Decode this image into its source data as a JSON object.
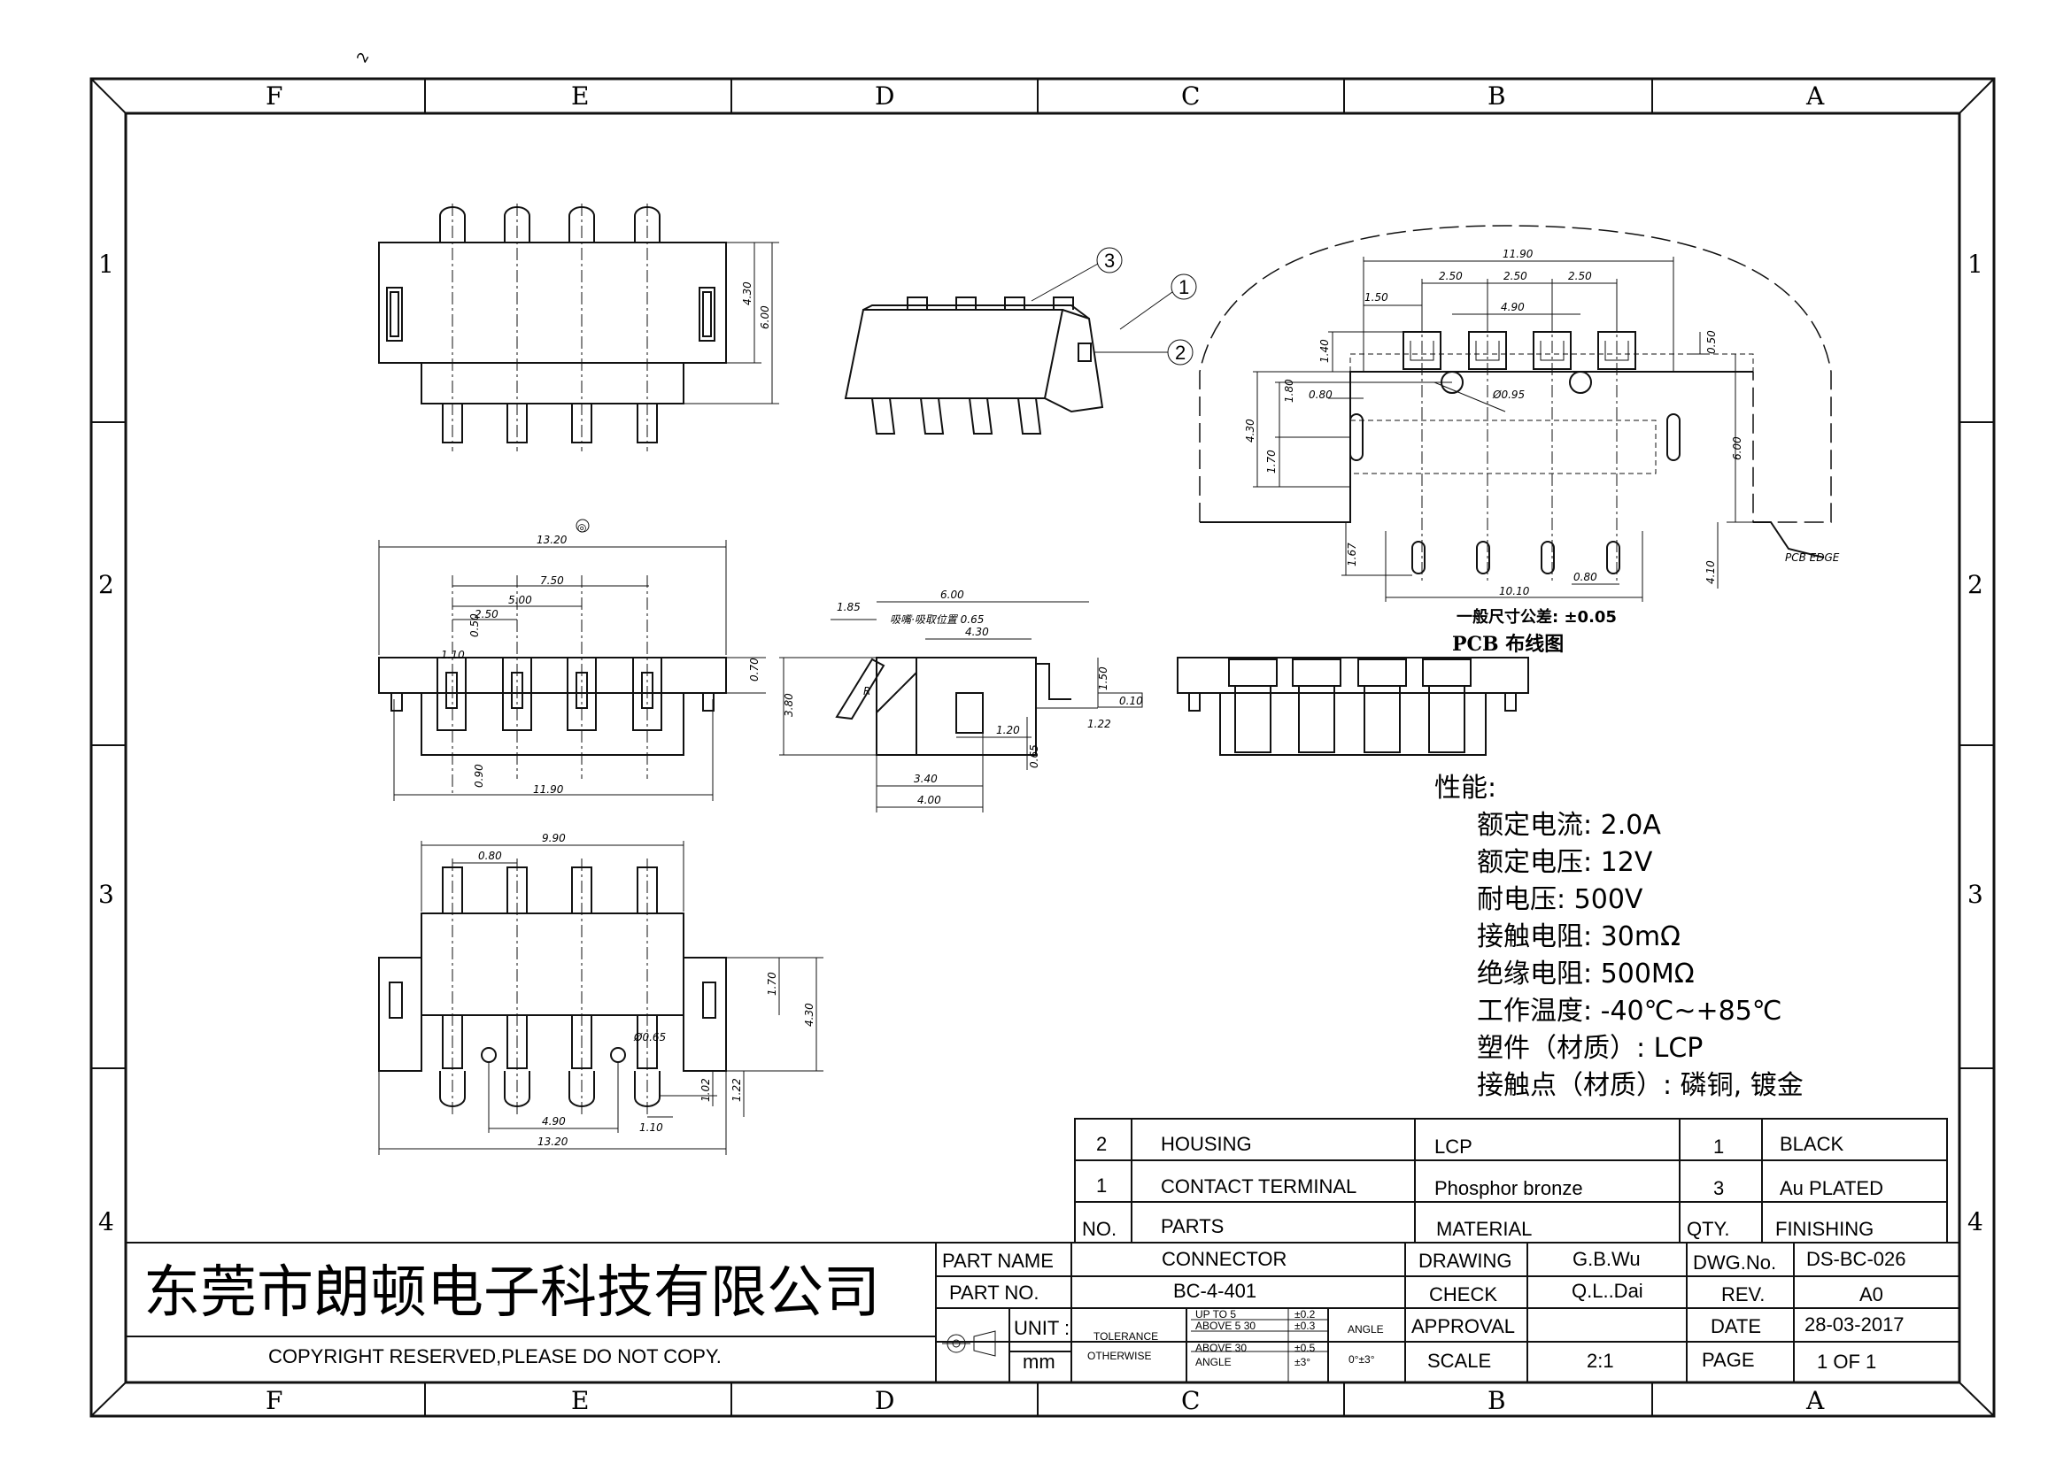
{
  "corner_mark": "2",
  "zones": {
    "columns": [
      "F",
      "E",
      "D",
      "C",
      "B",
      "A"
    ],
    "rows": [
      "1",
      "2",
      "3",
      "4"
    ]
  },
  "dims": {
    "front": {
      "h430": "4.30",
      "h600": "6.00"
    },
    "bottom": {
      "w1320": "13.20",
      "w750": "7.50",
      "w500": "5.00",
      "w250": "2.50",
      "h050": "0.50",
      "h110": "1.10",
      "h070": "0.70",
      "h090": "0.90",
      "w1190": "11.90"
    },
    "top": {
      "w990": "9.90",
      "w080": "0.80",
      "h170": "1.70",
      "h430": "4.30",
      "w490": "4.90",
      "h102": "1.02",
      "h122": "1.22",
      "w110": "1.10",
      "w1320": "13.20",
      "d065": "Ø0.65"
    },
    "side": {
      "w600": "6.00",
      "w185": "1.85",
      "note": "吸嘴·吸取位置 0.65",
      "w430": "4.30",
      "h380": "3.80",
      "h150": "1.50",
      "f010": "0.10",
      "w120": "1.20",
      "w122": "1.22",
      "h065": "0.65",
      "w340": "3.40",
      "w400": "4.00",
      "r": "R"
    },
    "pcb": {
      "w1190": "11.90",
      "w150": "1.50",
      "p1": "2.50",
      "p2": "2.50",
      "p3": "2.50",
      "w490": "4.90",
      "h140": "1.40",
      "h050": "0.50",
      "h180": "1.80",
      "w080": "0.80",
      "d095": "Ø0.95",
      "h430": "4.30",
      "h170": "1.70",
      "h600": "6.00",
      "h167": "1.67",
      "w1010": "10.10",
      "w080b": "0.80",
      "h410": "4.10",
      "edge": "PCB EDGE"
    }
  },
  "balloons": [
    "1",
    "2",
    "3"
  ],
  "datum_symbol": "◎",
  "tolerance_note": "一般尺寸公差: ±0.05",
  "pcb_title": "PCB 布线图",
  "specs": {
    "title": "性能:",
    "lines": [
      "额定电流: 2.0A",
      "额定电压: 12V",
      "耐电压: 500V",
      "接触电阻: 30mΩ",
      "绝缘电阻: 500MΩ",
      "工作温度: -40℃~+85℃",
      "塑件（材质）: LCP",
      "接触点（材质）: 磷铜, 镀金"
    ]
  },
  "bom": {
    "rows": [
      {
        "no": "2",
        "part": "HOUSING",
        "material": "LCP",
        "qty": "1",
        "finish": "BLACK"
      },
      {
        "no": "1",
        "part": "CONTACT TERMINAL",
        "material": "Phosphor bronze",
        "qty": "3",
        "finish": "Au PLATED"
      }
    ],
    "header": {
      "no": "NO.",
      "part": "PARTS",
      "material": "MATERIAL",
      "qty": "QTY.",
      "finish": "FINISHING"
    }
  },
  "title_block": {
    "company": "东莞市朗顿电子科技有限公司",
    "copyright": "COPYRIGHT RESERVED,PLEASE DO NOT COPY.",
    "part_name_label": "PART NAME",
    "part_name": "CONNECTOR",
    "part_no_label": "PART NO.",
    "part_no": "BC-4-401",
    "unit_label": "UNIT :",
    "unit": "mm",
    "tolerance_label": "TOLERANCE",
    "otherwise": "OTHERWISE",
    "tol_rows": [
      {
        "range": "UP TO 5",
        "val": "±0.2"
      },
      {
        "range": "ABOVE 5  30",
        "val": "±0.3"
      },
      {
        "range": "ABOVE 30",
        "val": "±0.5"
      },
      {
        "range": "ANGLE",
        "val": "±3°"
      }
    ],
    "angle_label": "ANGLE",
    "angle_val": "0°±3°",
    "drawing_label": "DRAWING",
    "drawing": "G.B.Wu",
    "check_label": "CHECK",
    "check": "Q.L..Dai",
    "approval_label": "APPROVAL",
    "scale_label": "SCALE",
    "scale": "2:1",
    "dwg_label": "DWG.No.",
    "dwg": "DS-BC-026",
    "rev_label": "REV.",
    "rev": "A0",
    "date_label": "DATE",
    "date": "28-03-2017",
    "page_label": "PAGE",
    "page": "1 OF 1"
  }
}
